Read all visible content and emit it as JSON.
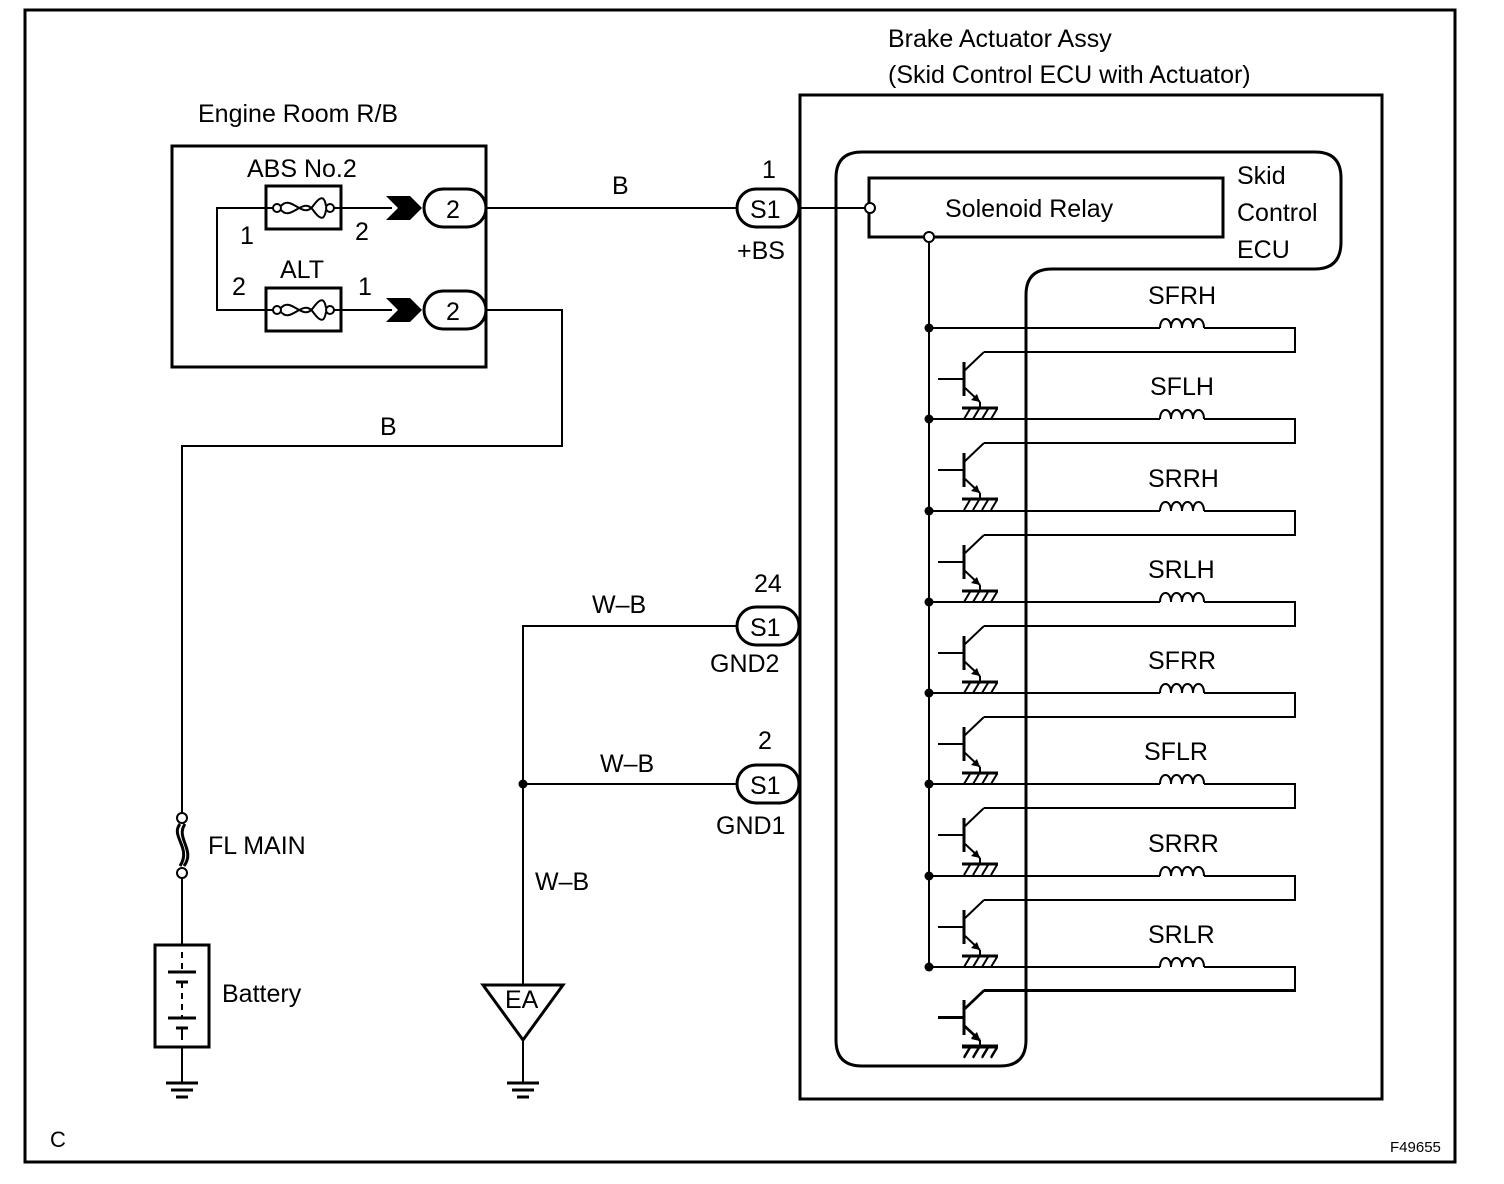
{
  "assembly": {
    "title_line1": "Brake Actuator Assy",
    "title_line2": "(Skid Control ECU with Actuator)"
  },
  "ecu": {
    "label_line1": "Skid",
    "label_line2": "Control",
    "label_line3": "ECU",
    "relay_label": "Solenoid Relay"
  },
  "relay_block": {
    "title": "Engine Room R/B",
    "fuse_top_label": "ABS No.2",
    "fuse_bottom_label": "ALT",
    "fuse_top_pin_left": "1",
    "fuse_top_pin_right": "2",
    "fuse_bottom_pin_left": "2",
    "fuse_bottom_pin_right": "1",
    "connector_top": "2",
    "connector_bottom": "2"
  },
  "wires": {
    "top_wire_color": "B",
    "left_wire_color": "B",
    "gnd2_wire_color": "W–B",
    "gnd1_wire_color": "W–B",
    "ground_wire_color": "W–B"
  },
  "terminals": [
    {
      "pin": "1",
      "connector": "S1",
      "name": "+BS"
    },
    {
      "pin": "24",
      "connector": "S1",
      "name": "GND2"
    },
    {
      "pin": "2",
      "connector": "S1",
      "name": "GND1"
    }
  ],
  "solenoids": [
    "SFRH",
    "SFLH",
    "SRRH",
    "SRLH",
    "SFRR",
    "SFLR",
    "SRRR",
    "SRLR"
  ],
  "power": {
    "fusible_link": "FL MAIN",
    "battery": "Battery",
    "ground_point": "EA"
  },
  "corner_letter": "C",
  "figure_id": "F49655"
}
